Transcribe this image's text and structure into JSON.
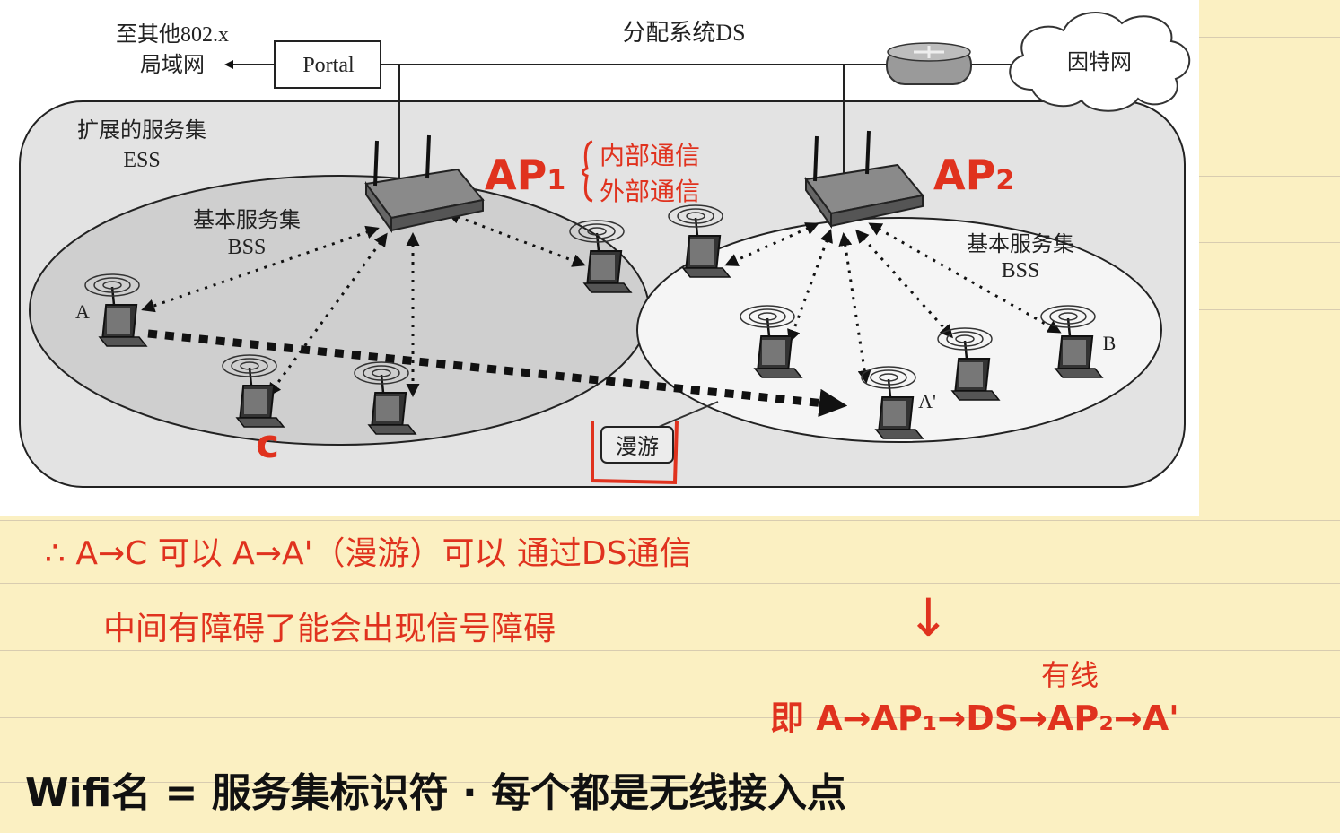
{
  "diagram": {
    "top_left_label_line1": "至其他802.x",
    "top_left_label_line2": "局域网",
    "portal_label": "Portal",
    "ds_label": "分配系统DS",
    "internet_label": "因特网",
    "ess_label_line1": "扩展的服务集",
    "ess_label_line2": "ESS",
    "bss_left_line1": "基本服务集",
    "bss_left_line2": "BSS",
    "bss_right_line1": "基本服务集",
    "bss_right_line2": "BSS",
    "station_a": "A",
    "station_a_prime": "A'",
    "station_b": "B",
    "roaming_label": "漫游"
  },
  "annotations": {
    "ap1": "AP",
    "ap1_sub": "1",
    "ap2": "AP",
    "ap2_sub": "2",
    "brace_line1": "内部通信",
    "brace_line2": "外部通信",
    "c_label": "c",
    "line1": "∴ A→C 可以    A→A'（漫游）可以  通过DS通信",
    "line2": "中间有障碍了能会出现信号障碍",
    "down_arrow": "↓",
    "wired": "有线",
    "path": "即 A→AP₁→DS→AP₂→A'",
    "bottom": "Wifi名 = 服务集标识符 · 每个都是无线接入点"
  },
  "colors": {
    "paper": "#fbf0c2",
    "ink_red": "#e0321e",
    "ink_black": "#111111",
    "ess_fill": "#e3e3e3",
    "bss_left_fill": "#cfcfcf",
    "bss_right_fill": "#f5f5f5"
  }
}
